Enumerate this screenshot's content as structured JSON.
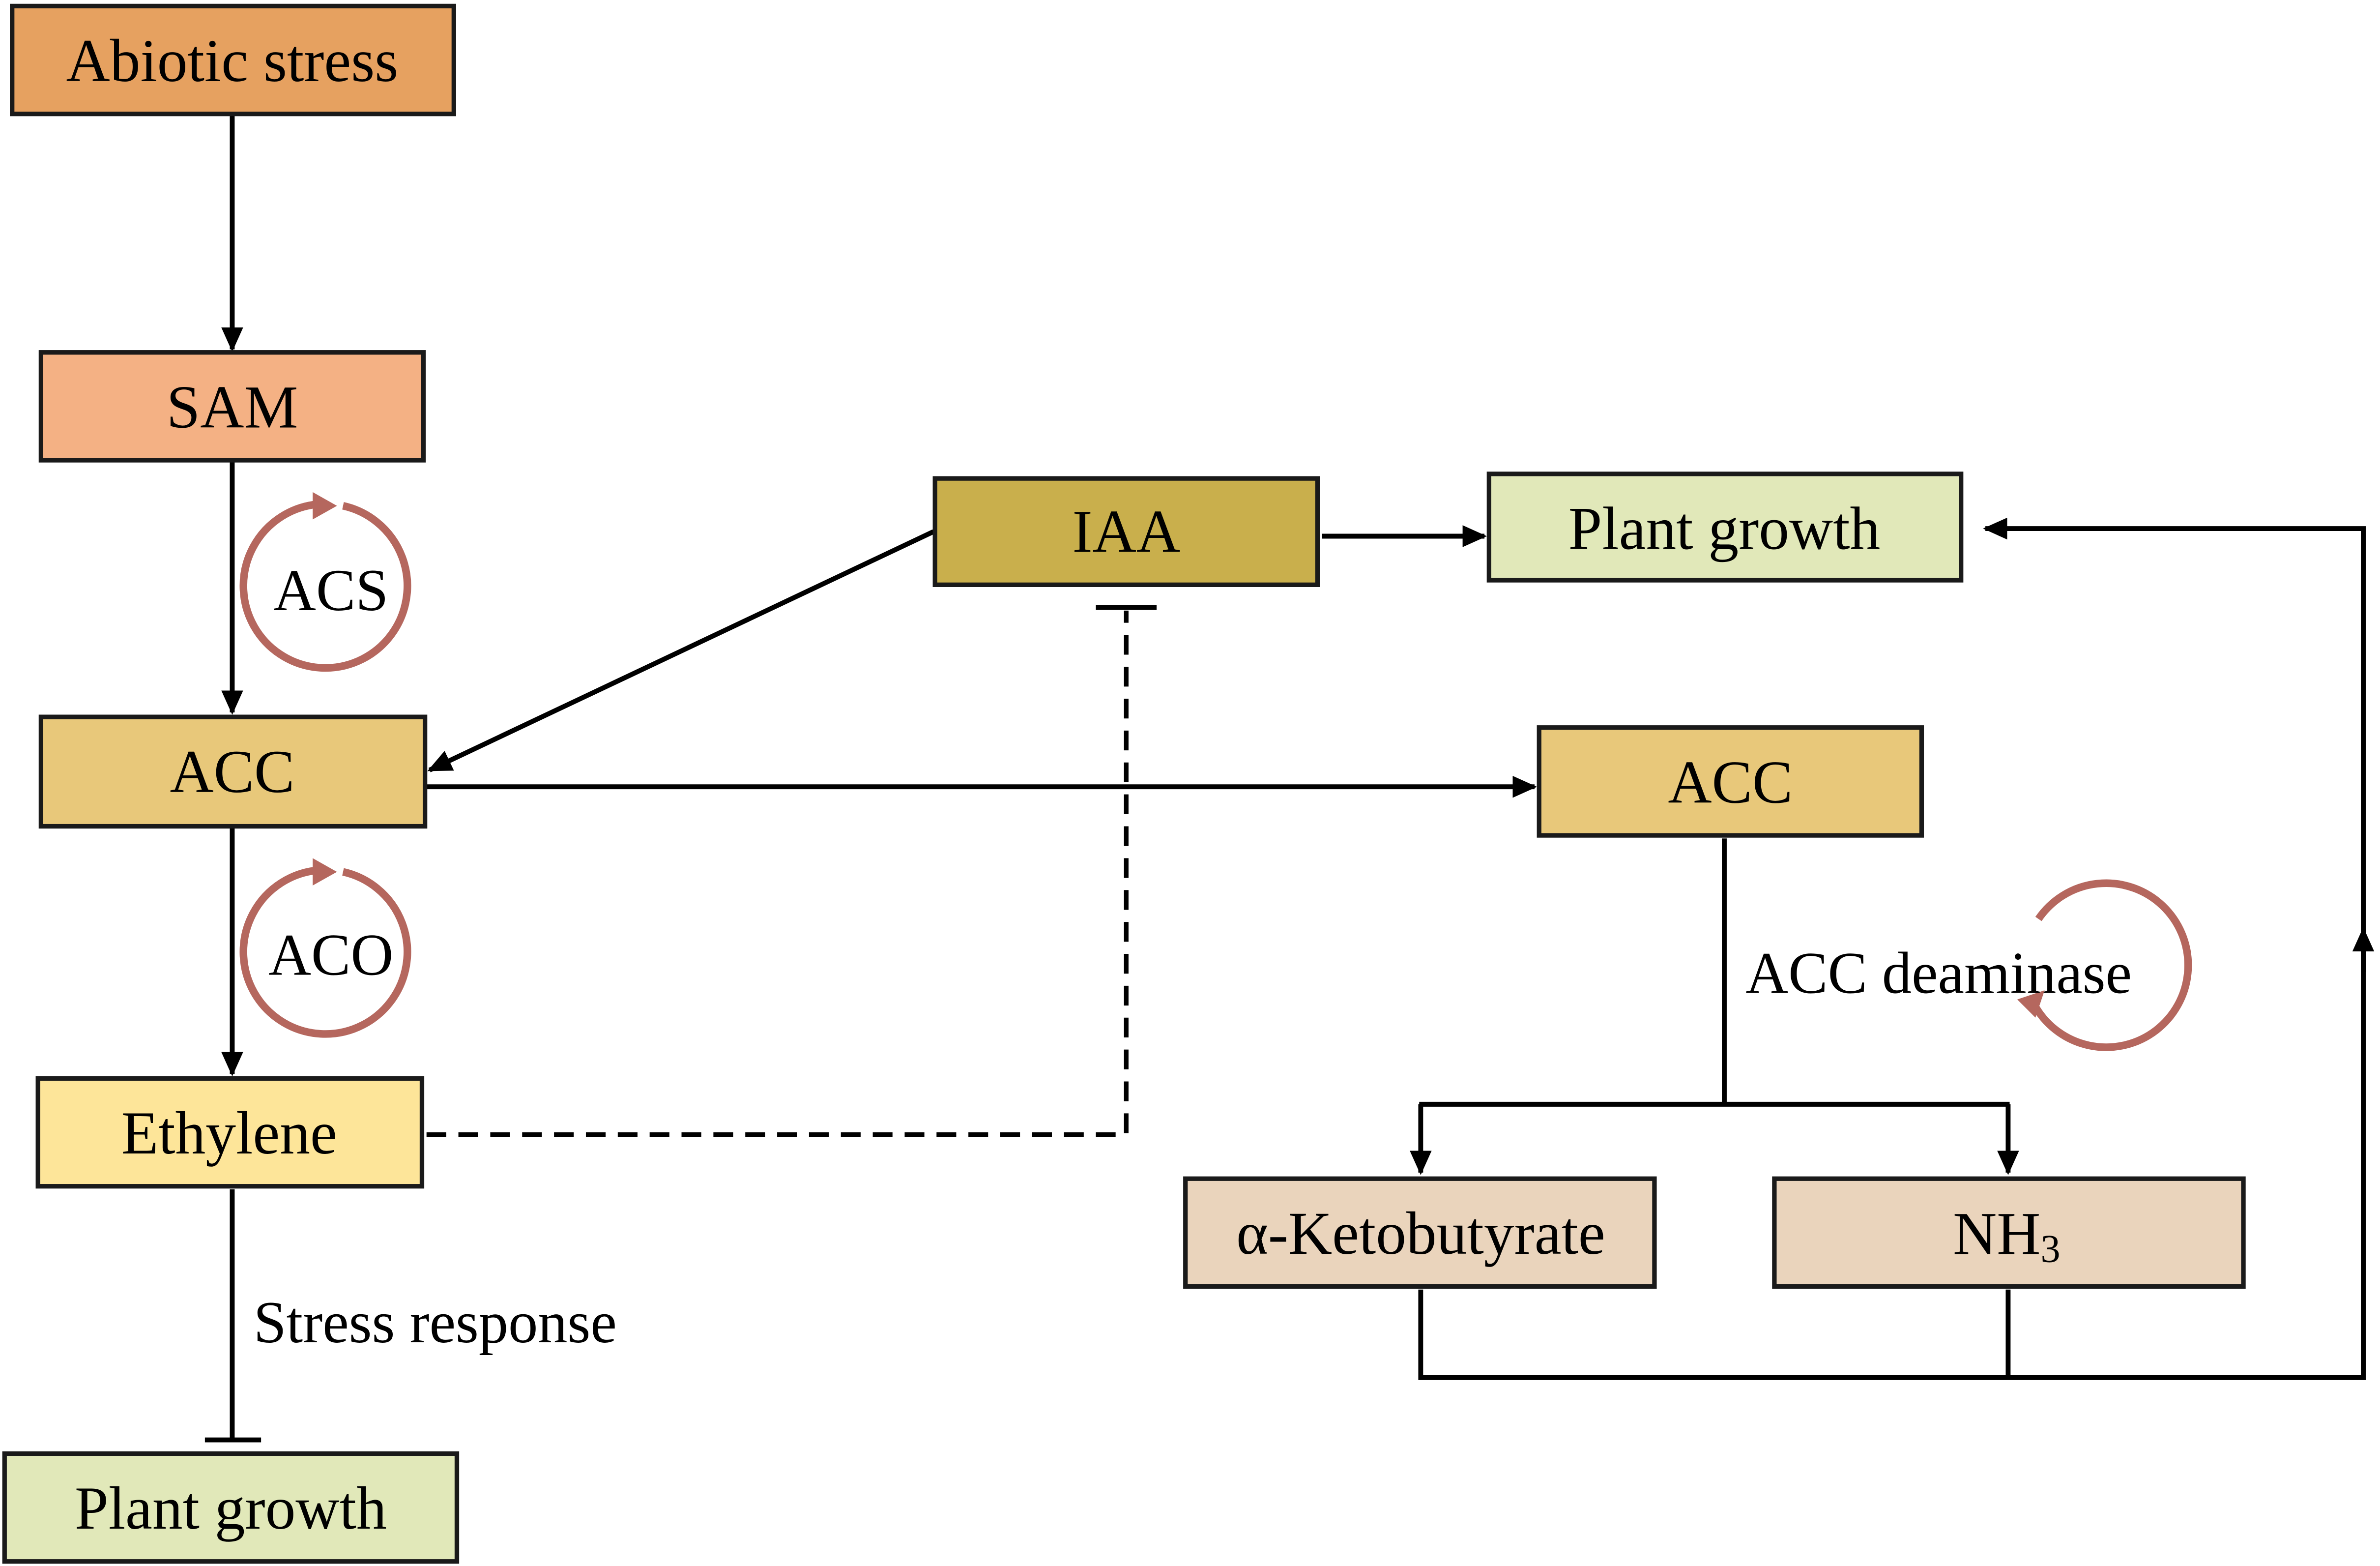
{
  "colors": {
    "abiotic_stress": "#e6a160",
    "sam": "#f4b184",
    "acc": "#e8c87a",
    "iaa": "#c9af4c",
    "ethylene": "#fde599",
    "plant_growth": "#e1e8b9",
    "products": "#ead4bc",
    "enzyme_cycle": "#b5675e"
  },
  "nodes": {
    "abiotic_stress": "Abiotic stress",
    "sam": "SAM",
    "acc_left": "ACC",
    "ethylene": "Ethylene",
    "plant_growth_bottom": "Plant growth",
    "iaa": "IAA",
    "plant_growth_top": "Plant growth",
    "acc_right": "ACC",
    "ketobutyrate": "α-Ketobutyrate",
    "nh3": "NH",
    "nh3_subscript": "3"
  },
  "labels": {
    "acs": "ACS",
    "aco": "ACO",
    "acc_deaminase": "ACC deaminase",
    "stress_response": "Stress response"
  }
}
